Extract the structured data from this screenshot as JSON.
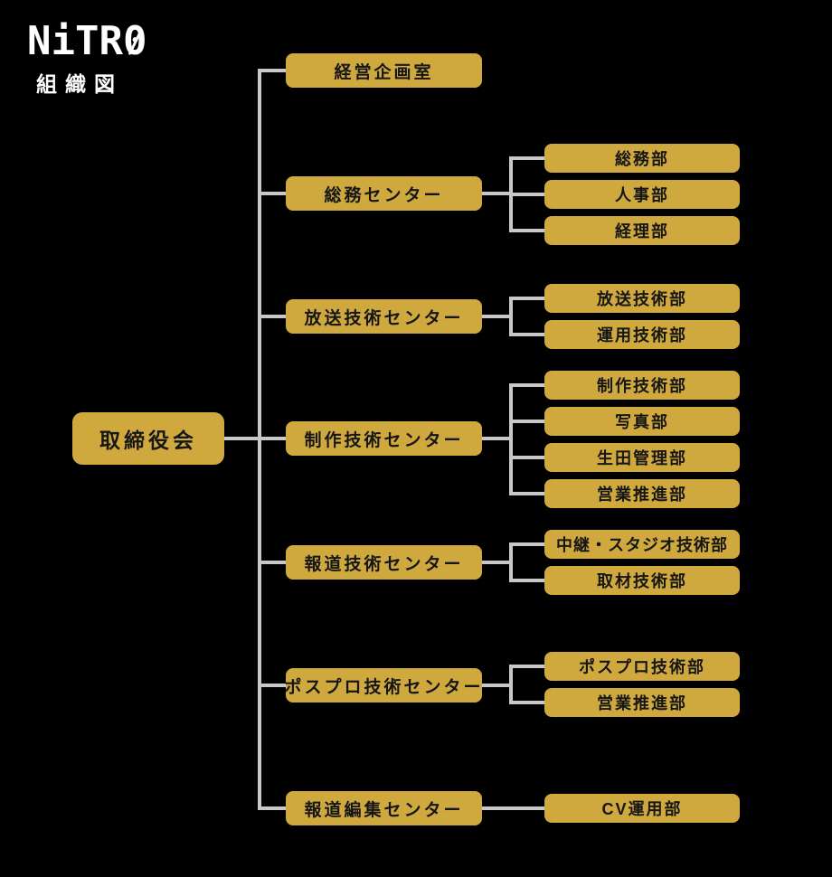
{
  "header": {
    "logo": "NiTR0",
    "subtitle": "組織図"
  },
  "colors": {
    "gold": "#D0A93E",
    "line": "#C8C8C8",
    "background": "#000000",
    "text_on_gold": "#161616",
    "logo_white": "#FFFFFF"
  },
  "root": {
    "label": "取締役会"
  },
  "units": [
    {
      "label": "経営企画室",
      "departments": []
    },
    {
      "label": "総務センター",
      "departments": [
        "総務部",
        "人事部",
        "経理部"
      ]
    },
    {
      "label": "放送技術センター",
      "departments": [
        "放送技術部",
        "運用技術部"
      ]
    },
    {
      "label": "制作技術センター",
      "departments": [
        "制作技術部",
        "写真部",
        "生田管理部",
        "営業推進部"
      ]
    },
    {
      "label": "報道技術センター",
      "departments": [
        "中継・スタジオ技術部",
        "取材技術部"
      ]
    },
    {
      "label": "ポスプロ技術センター",
      "departments": [
        "ポスプロ技術部",
        "営業推進部"
      ]
    },
    {
      "label": "報道編集センター",
      "departments": [
        "CV運用部"
      ]
    }
  ]
}
